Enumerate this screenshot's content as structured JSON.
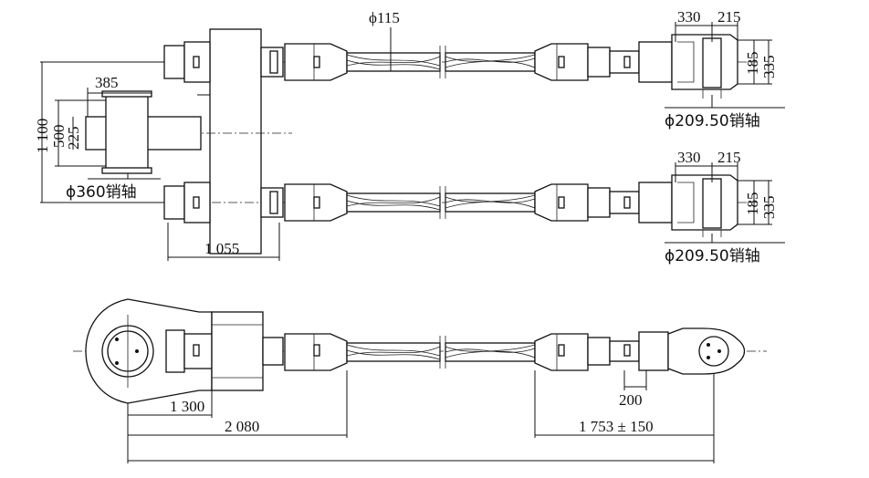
{
  "dimensions": {
    "cable_diameter": "ϕ115",
    "top_right_width_a": "330",
    "top_right_width_b": "215",
    "top_right_h1": "185",
    "top_right_h2": "335",
    "top_right_pin": "ϕ209.50销轴",
    "mid_right_width_a": "330",
    "mid_right_width_b": "215",
    "mid_right_h1": "185",
    "mid_right_h2": "335",
    "mid_right_pin": "ϕ209.50销轴",
    "left_pin_width": "385",
    "left_total_height": "1 100",
    "left_h_500": "500",
    "left_h_225": "225",
    "left_pin": "ϕ360销轴",
    "anchor_length": "1 055",
    "bottom_1300": "1 300",
    "bottom_2080": "2 080",
    "bottom_200": "200",
    "bottom_adjust": "1 753 ± 150"
  }
}
